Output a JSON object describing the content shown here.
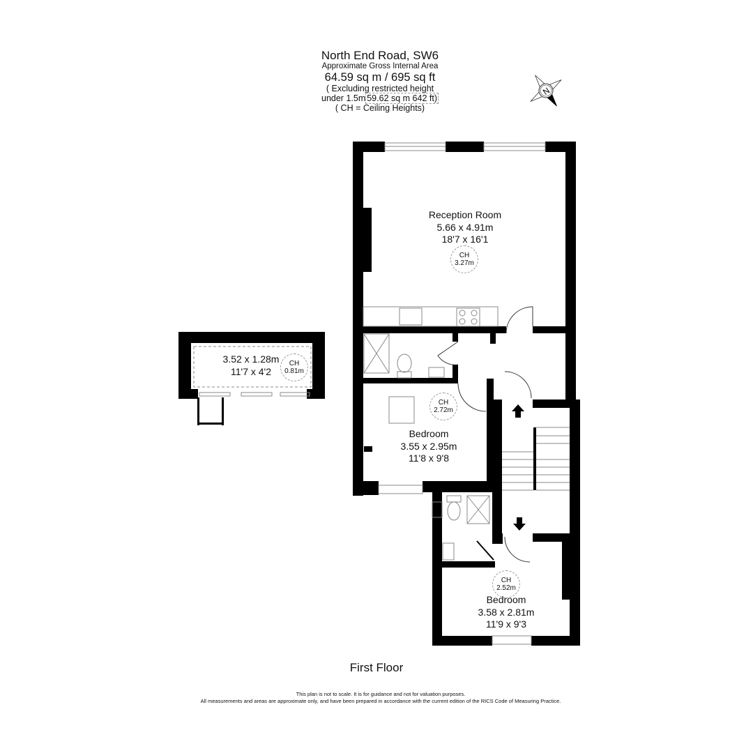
{
  "header": {
    "title": "North End Road, SW6",
    "area_label": "Approximate Gross Internal Area",
    "area_value": "64.59 sq m / 695 sq ft",
    "excluding_line1": "( Excluding restricted height",
    "excluding_prefix": "under 1.5m",
    "excluding_value": "59.62 sq m 642 ft)",
    "ch_note": "( CH = Ceiling Heights)"
  },
  "compass": {
    "letter": "N"
  },
  "rooms": {
    "reception": {
      "name": "Reception Room",
      "metric": "5.66 x 4.91m",
      "imperial": "18'7 x 16'1",
      "ch_label": "CH",
      "ch_value": "3.27m"
    },
    "bedroom1": {
      "name": "Bedroom",
      "metric": "3.55 x 2.95m",
      "imperial": "11'8 x 9'8",
      "ch_label": "CH",
      "ch_value": "2.72m"
    },
    "bedroom2": {
      "name": "Bedroom",
      "metric": "3.58 x 2.81m",
      "imperial": "11'9 x 9'3",
      "ch_label": "CH",
      "ch_value": "2.52m"
    },
    "loft": {
      "metric": "3.52 x 1.28m",
      "imperial": "11'7 x 4'2",
      "ch_label": "CH",
      "ch_value": "0.81m"
    }
  },
  "floor_label": "First Floor",
  "disclaimer": {
    "line1": "This plan is not to scale. It is for guidance and not for valuation purposes.",
    "line2": "All measurements and areas are approximate only, and have been prepared in accordance with the current edition of the RICS Code of Measuring Practice."
  },
  "colors": {
    "wall": "#000000",
    "fixture": "#888888",
    "background": "#ffffff"
  }
}
